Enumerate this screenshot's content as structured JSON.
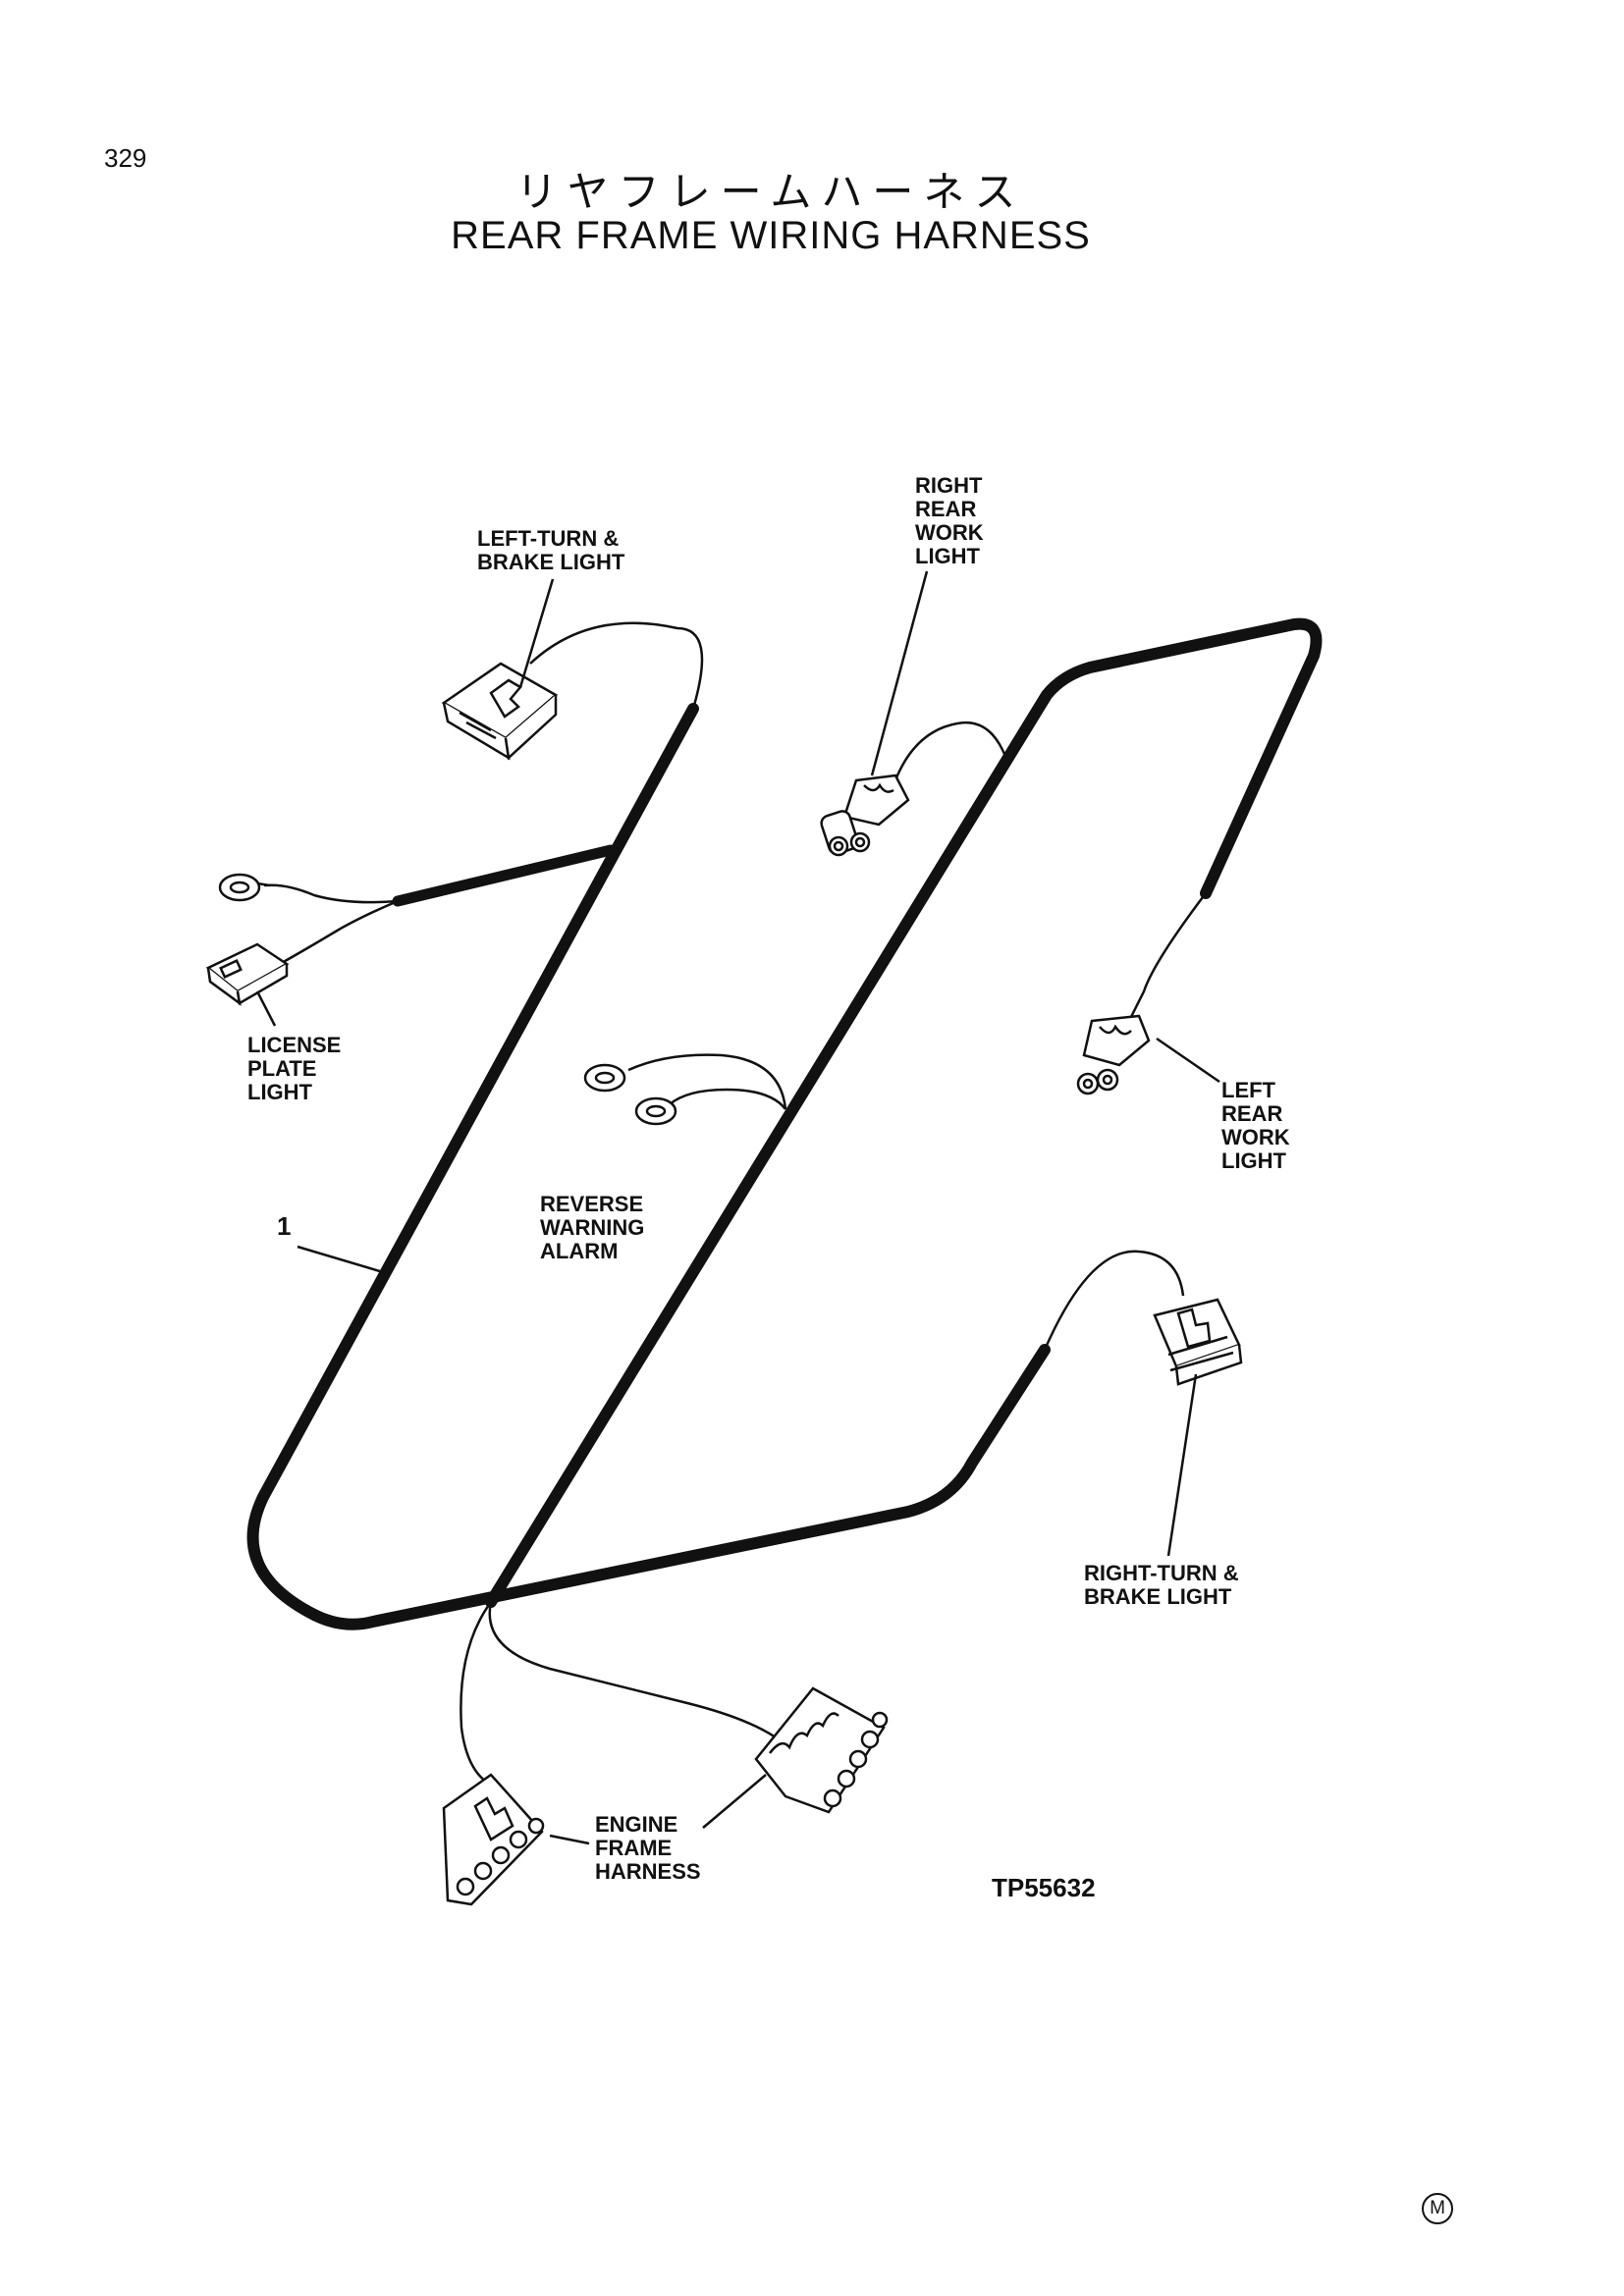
{
  "page_number": "329",
  "title_jp": "リヤフレームハーネス",
  "title_en": "REAR FRAME WIRING HARNESS",
  "part_ref": "1",
  "figure_id": "TP55632",
  "corner_mark": "M",
  "labels": {
    "left_turn": [
      "LEFT-TURN &",
      "BRAKE LIGHT"
    ],
    "right_rear_work": [
      "RIGHT",
      "REAR",
      "WORK",
      "LIGHT"
    ],
    "license_plate": [
      "LICENSE",
      "PLATE",
      "LIGHT"
    ],
    "left_rear_work": [
      "LEFT",
      "REAR",
      "WORK",
      "LIGHT"
    ],
    "reverse_alarm": [
      "REVERSE",
      "WARNING",
      "ALARM"
    ],
    "right_turn": [
      "RIGHT-TURN &",
      "BRAKE LIGHT"
    ],
    "engine_frame": [
      "ENGINE",
      "FRAME",
      "HARNESS"
    ]
  }
}
